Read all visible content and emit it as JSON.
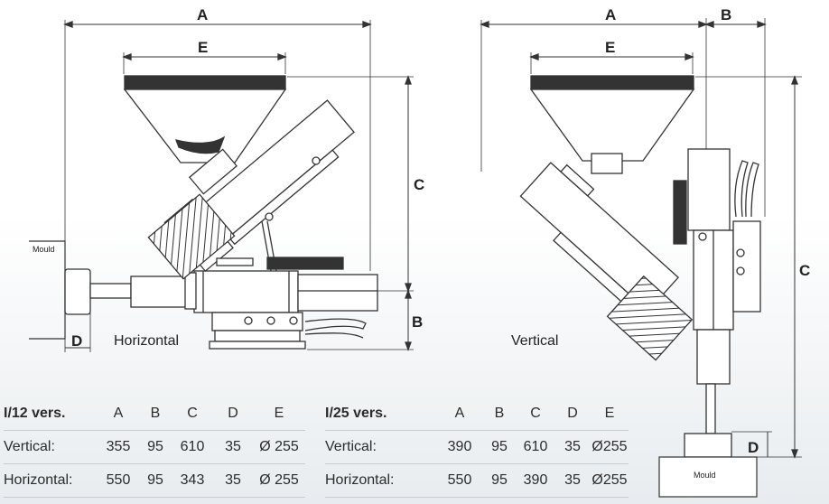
{
  "horizontal_view": {
    "caption": "Horizontal",
    "mould_label": "Mould",
    "dims": {
      "a": "A",
      "b": "B",
      "c": "C",
      "d": "D",
      "e": "E"
    }
  },
  "vertical_view": {
    "caption": "Vertical",
    "mould_label": "Mould",
    "dims": {
      "a": "A",
      "b": "B",
      "c": "C",
      "d": "D",
      "e": "E"
    }
  },
  "table_i12": {
    "title": "I/12 vers.",
    "columns": [
      "A",
      "B",
      "C",
      "D",
      "E"
    ],
    "rows": [
      {
        "label": "Vertical:",
        "values": [
          "355",
          "95",
          "610",
          "35",
          "Ø 255"
        ]
      },
      {
        "label": "Horizontal:",
        "values": [
          "550",
          "95",
          "343",
          "35",
          "Ø 255"
        ]
      }
    ]
  },
  "table_i25": {
    "title": "I/25 vers.",
    "columns": [
      "A",
      "B",
      "C",
      "D",
      "E"
    ],
    "rows": [
      {
        "label": "Vertical:",
        "values": [
          "390",
          "95",
          "610",
          "35",
          "Ø255"
        ]
      },
      {
        "label": "Horizontal:",
        "values": [
          "550",
          "95",
          "390",
          "35",
          "Ø255"
        ]
      }
    ]
  }
}
